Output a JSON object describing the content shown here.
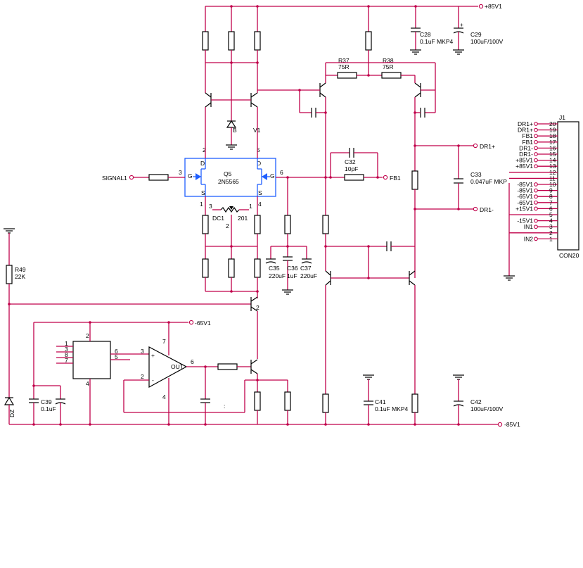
{
  "rails": {
    "pos85_top": "+85V1",
    "neg85_bottom": "-85V1",
    "neg65": "-65V1"
  },
  "components": {
    "r37": {
      "ref": "R37",
      "value": "75R"
    },
    "r38": {
      "ref": "R38",
      "value": "75R"
    },
    "c28": {
      "ref": "C28",
      "value": "0.1uF MKP4"
    },
    "c29": {
      "ref": "C29",
      "value": "100uF/100V"
    },
    "c32": {
      "ref": "C32",
      "value": "10pF"
    },
    "c33": {
      "ref": "C33",
      "value": "0.047uF MKP"
    },
    "c35": {
      "ref": "C35",
      "value": "220uF"
    },
    "c36": {
      "ref": "C36",
      "value": "1uF"
    },
    "c37": {
      "ref": "C37",
      "value": "220uF"
    },
    "c39": {
      "ref": "C39",
      "value": "0.1uF"
    },
    "c41": {
      "ref": "C41",
      "value": "0.1uF MKP4"
    },
    "c42": {
      "ref": "C42",
      "value": "100uF/100V"
    },
    "r49": {
      "ref": "R49",
      "value": "22K"
    },
    "q5": {
      "ref": "Q5",
      "part": "2N5565"
    },
    "dc1": {
      "ref": "DC1",
      "value": "201"
    },
    "dz": {
      "ref": "DZ"
    },
    "j1": {
      "ref": "J1",
      "part": "CON20"
    }
  },
  "nets": {
    "signal_in": "SIGNAL1",
    "fb": "FB1",
    "dr_pos": "DR1+",
    "dr_neg": "DR1-"
  },
  "jfet_pins": {
    "d": "D",
    "g": "G",
    "s": "S"
  },
  "pin_numbers": {
    "p1": "1",
    "p2": "2",
    "p3": "3",
    "p4": "4",
    "p5": "5",
    "p6": "6",
    "p7": "7",
    "p8": "8"
  },
  "misc": {
    "v1_mark": "V1",
    "b_mark": "B",
    "out_label": "OUT",
    "dot_colon": ":"
  },
  "connector_pins": [
    {
      "num": "20",
      "label": "DR1+"
    },
    {
      "num": "19",
      "label": "DR1+"
    },
    {
      "num": "18",
      "label": "FB1"
    },
    {
      "num": "17",
      "label": "FB1"
    },
    {
      "num": "16",
      "label": "DR1-"
    },
    {
      "num": "15",
      "label": "DR1-"
    },
    {
      "num": "14",
      "label": "+85V1"
    },
    {
      "num": "13",
      "label": "+85V1"
    },
    {
      "num": "12",
      "label": ""
    },
    {
      "num": "11",
      "label": ""
    },
    {
      "num": "10",
      "label": "-85V1"
    },
    {
      "num": "9",
      "label": "-85V1"
    },
    {
      "num": "8",
      "label": "-65V1"
    },
    {
      "num": "7",
      "label": "-65V1"
    },
    {
      "num": "6",
      "label": "+15V1"
    },
    {
      "num": "5",
      "label": ""
    },
    {
      "num": "4",
      "label": "-15V1"
    },
    {
      "num": "3",
      "label": "IN1"
    },
    {
      "num": "2",
      "label": ""
    },
    {
      "num": "1",
      "label": "IN2"
    }
  ]
}
